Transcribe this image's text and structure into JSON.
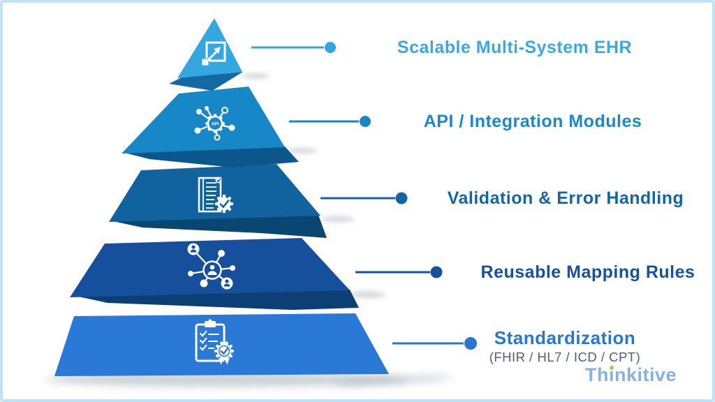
{
  "canvas": {
    "background": "#FFFFFF",
    "border_color": "#BEE3F8"
  },
  "pyramid": {
    "levels": [
      {
        "rank": 1,
        "label": "Scalable Multi-System EHR",
        "band_color": "#33A7DF",
        "fold_color": "#1468A4",
        "label_color": "#3BA8DF",
        "icon": "expand-arrows-icon"
      },
      {
        "rank": 2,
        "label": "API / Integration Modules",
        "band_color": "#1787C8",
        "fold_color": "#0B578C",
        "label_color": "#1D87C9",
        "icon": "api-gear-network-icon",
        "icon_text": "API"
      },
      {
        "rank": 3,
        "label": "Validation & Error Handling",
        "band_color": "#11639F",
        "fold_color": "#094672",
        "label_color": "#1565A4",
        "icon": "document-gear-check-icon"
      },
      {
        "rank": 4,
        "label": "Reusable Mapping Rules",
        "band_color": "#164F9B",
        "fold_color": "#0C3F74",
        "label_color": "#16519D",
        "icon": "people-network-icon"
      },
      {
        "rank": 5,
        "label": "Standardization",
        "sublabel": "(FHIR / HL7 / ICD / CPT)",
        "band_color": "#2A79D6",
        "label_color": "#2A75D2",
        "sublabel_color": "#4C6078",
        "icon": "clipboard-checklist-badge-icon"
      }
    ]
  },
  "branding": {
    "logo_pre": "Th",
    "logo_i": "ı",
    "logo_post": "nkitive",
    "logo_color": "#87B1DE",
    "logo_dot_color": "#B5CE3B"
  }
}
